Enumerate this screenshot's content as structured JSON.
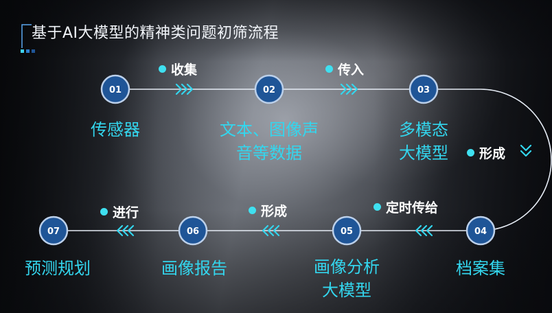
{
  "title": "基于AI大模型的精神类问题初筛流程",
  "colors": {
    "accent_cyan": "#33d6ee",
    "node_fill": "#1f5597",
    "node_border": "#bcd0ea",
    "line": "#e6ecf5",
    "event_text": "#ffffff"
  },
  "nodes": [
    {
      "number": "01",
      "label": "传感器"
    },
    {
      "number": "02",
      "label": "文本、图像声\n音等数据"
    },
    {
      "number": "03",
      "label": "多模态\n大模型"
    },
    {
      "number": "04",
      "label": "档案集"
    },
    {
      "number": "05",
      "label": "画像分析\n大模型"
    },
    {
      "number": "06",
      "label": "画像报告"
    },
    {
      "number": "07",
      "label": "预测规划"
    }
  ],
  "transitions": [
    {
      "label": "收集",
      "arrow": "chevron-right"
    },
    {
      "label": "传入",
      "arrow": "chevron-right"
    },
    {
      "label": "形成",
      "arrow": "chevron-down"
    },
    {
      "label": "定时传给",
      "arrow": "chevron-left"
    },
    {
      "label": "形成",
      "arrow": "chevron-left"
    },
    {
      "label": "进行",
      "arrow": "chevron-left"
    }
  ]
}
